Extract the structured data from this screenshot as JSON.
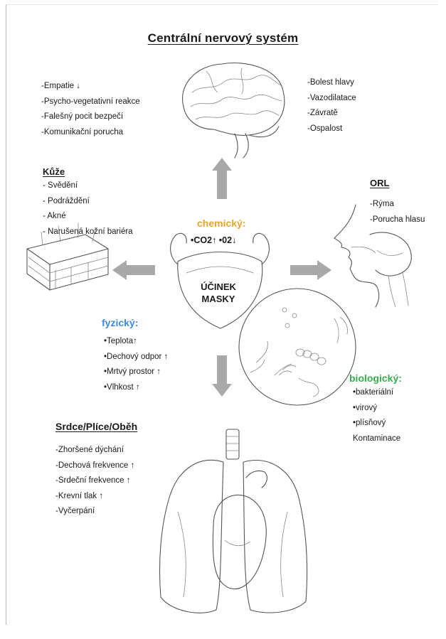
{
  "title": "Centrální nervový systém",
  "cns": {
    "left_items": [
      "-Empatie ↓",
      "-Psycho-vegetativní reakce",
      "-Falešný pocit bezpečí",
      "-Komunikační porucha"
    ],
    "right_items": [
      "-Bolest hlavy",
      "-Vazodilatace",
      "-Závratě",
      "-Ospalost"
    ]
  },
  "skin": {
    "title": "Kůže",
    "items": [
      "- Svědění",
      "- Podráždění",
      "- Akné",
      "- Narušená kožní bariéra"
    ]
  },
  "orl": {
    "title": "ORL",
    "items": [
      "-Rýma",
      "-Porucha hlasu"
    ]
  },
  "chemical": {
    "label": "chemický:",
    "items": "•CO2↑ •02↓",
    "color": "#e3a42b"
  },
  "mask": {
    "line1": "ÚČINEK",
    "line2": "MASKY"
  },
  "physical": {
    "label": "fyzický:",
    "items": [
      "•Teplota↑",
      "•Dechový odpor ↑",
      "•Mrtvý prostor ↑",
      "•Vlhkost ↑"
    ],
    "color": "#3c8be0"
  },
  "biological": {
    "label": "biologický:",
    "items": [
      "•bakteriální",
      "•virový",
      "•plísňový",
      "Kontaminace"
    ],
    "color": "#35b04a"
  },
  "heart": {
    "title": "Srdce/Plíce/Oběh",
    "items": [
      "-Zhoršené dýchání",
      "-Dechová frekvence ↑",
      "-Srdeční frekvence ↑",
      "-Krevní tlak ↑",
      "-Vyčerpání"
    ]
  },
  "icons": [
    "brain-sketch",
    "skin-sketch",
    "head-profile-sketch",
    "face-mask-sketch",
    "microbes-sketch",
    "lungs-heart-sketch"
  ]
}
